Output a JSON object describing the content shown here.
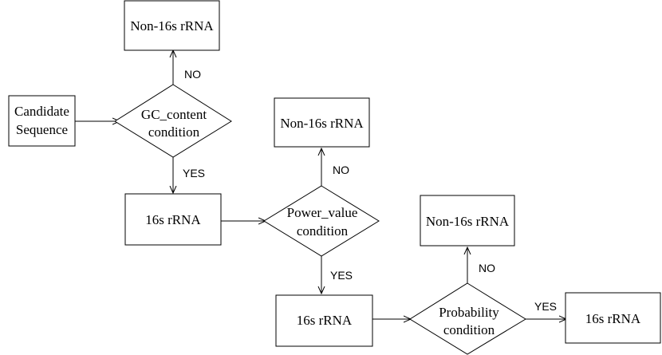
{
  "nodes": {
    "candidate": {
      "lines": [
        "Candidate",
        "Sequence"
      ]
    },
    "gc_condition": {
      "lines": [
        "GC_content",
        "condition"
      ]
    },
    "non16s_top": {
      "lines": [
        "Non-16s rRNA"
      ]
    },
    "rrna_1": {
      "lines": [
        "16s rRNA"
      ]
    },
    "power_condition": {
      "lines": [
        "Power_value",
        "condition"
      ]
    },
    "non16s_mid": {
      "lines": [
        "Non-16s rRNA"
      ]
    },
    "rrna_2": {
      "lines": [
        "16s rRNA"
      ]
    },
    "prob_condition": {
      "lines": [
        "Probability",
        "condition"
      ]
    },
    "non16s_right": {
      "lines": [
        "Non-16s rRNA"
      ]
    },
    "rrna_final": {
      "lines": [
        "16s rRNA"
      ]
    }
  },
  "edges": {
    "gc_no": "NO",
    "gc_yes": "YES",
    "power_no": "NO",
    "power_yes": "YES",
    "prob_no": "NO",
    "prob_yes": "YES"
  }
}
